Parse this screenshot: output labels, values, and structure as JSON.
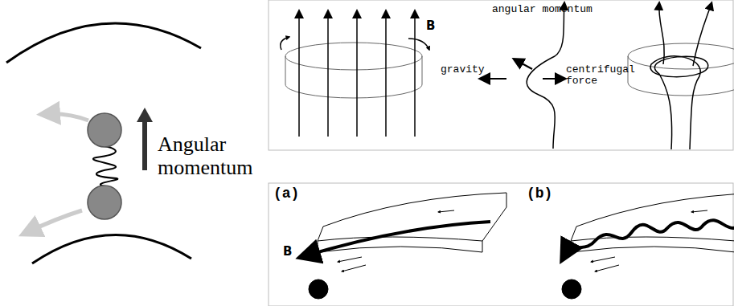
{
  "diagram": {
    "labels": [
      "Angular momentum",
      "B",
      "angular momentum",
      "gravity",
      "centrifugal force",
      "(a)",
      "B",
      "(b)"
    ]
  }
}
